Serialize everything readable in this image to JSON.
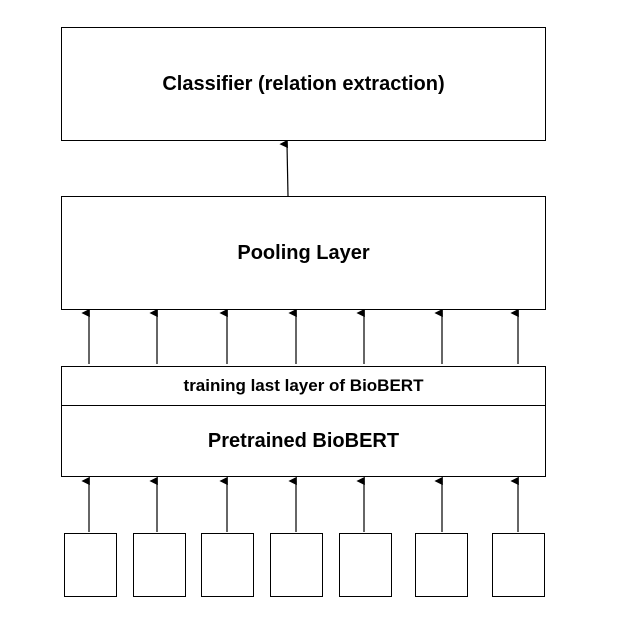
{
  "diagram": {
    "classifier_label": "Classifier (relation extraction)",
    "pooling_label": "Pooling Layer",
    "training_label": "training last layer of BioBERT",
    "biobert_label": "Pretrained BioBERT",
    "token_count": 7,
    "line_color": "#000000"
  }
}
